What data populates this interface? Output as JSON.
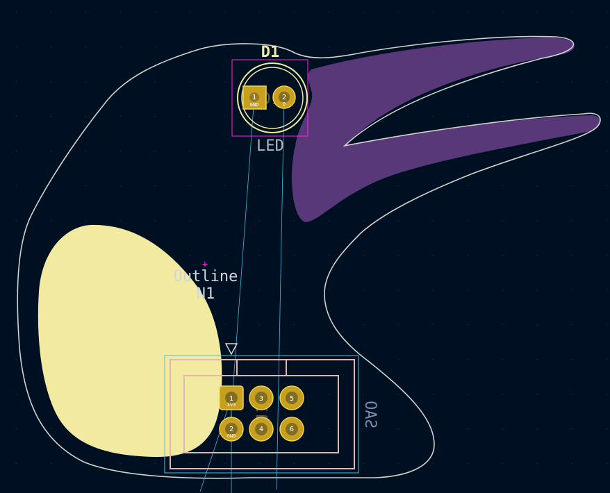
{
  "colors": {
    "background": "#001023",
    "grid_dot": "#4a5a70",
    "edge_cuts": "#d0d2cd",
    "silk_front": "#f2eaa0",
    "silk_back": "#e8e3a0",
    "silk_purple": "#59387a",
    "courtyard": "#ff26e2",
    "fab": "#a8b8c8",
    "pad_copper": "#c8a020",
    "pad_ring": "#f2d24a",
    "ratsnest": "#49b6d8",
    "connector_outline": "#e0b8b0",
    "connector_outline_back": "#58c0d0",
    "back_text": "#7a8aa8"
  },
  "footprints": {
    "d1": {
      "reference": "D1",
      "value": "LED",
      "fab_reference": "D1",
      "pads": [
        {
          "number": "1",
          "net": "GND"
        },
        {
          "number": "2",
          "net": "D"
        }
      ]
    },
    "outline": {
      "value": "Outline",
      "reference": "N1"
    },
    "connector": {
      "value_back": "SAO",
      "fab_reference": "J1",
      "pads": [
        {
          "number": "1",
          "net": "3V3"
        },
        {
          "number": "2",
          "net": "GND"
        },
        {
          "number": "3",
          "net": ""
        },
        {
          "number": "4",
          "net": ""
        },
        {
          "number": "5",
          "net": ""
        },
        {
          "number": "6",
          "net": ""
        }
      ]
    }
  }
}
